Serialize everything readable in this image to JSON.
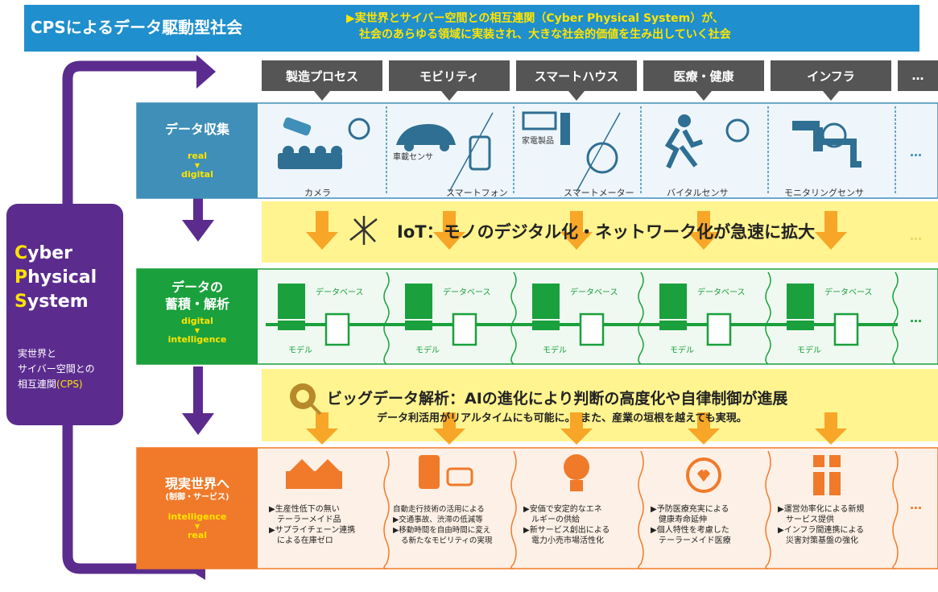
{
  "banner": {
    "title": "CPSによるデータ駆動型社会",
    "subtitle_line1": "▶実世界とサイバー空間との相互連関（Cyber Physical System）が、",
    "subtitle_line2": "社会のあらゆる領域に実装され、大きな社会的価値を生み出していく社会"
  },
  "sectors": [
    "製造プロセス",
    "モビリティ",
    "スマートハウス",
    "医療・健康",
    "インフラ",
    "…"
  ],
  "cps_panel": {
    "word1_initial": "C",
    "word1_rest": "yber",
    "word2_initial": "P",
    "word2_rest": "hysical",
    "word3_initial": "S",
    "word3_rest": "ystem",
    "desc_line1": "実世界と",
    "desc_line2": "サイバー空間との",
    "desc_line3": "相互連関",
    "desc_cps": "(CPS)"
  },
  "layers": {
    "collect": {
      "title": "データ収集",
      "from": "real",
      "to": "digital"
    },
    "store": {
      "title_line1": "データの",
      "title_line2": "蓄積・解析",
      "from": "digital",
      "to": "intelligence"
    },
    "real": {
      "title": "現実世界へ",
      "sub": "(制御・サービス)",
      "from": "intelligence",
      "to": "real"
    }
  },
  "collect_cells": [
    {
      "labels": [
        "カメラ"
      ]
    },
    {
      "labels": [
        "車載センサ",
        "スマートフォン"
      ]
    },
    {
      "labels": [
        "家電製品",
        "スマートメーター"
      ]
    },
    {
      "labels": [
        "バイタルセンサ"
      ]
    },
    {
      "labels": [
        "モニタリングセンサ"
      ]
    }
  ],
  "iot_band": {
    "text": "IoT：モノのデジタル化・ネットワーク化が急速に拡大"
  },
  "db_cells": [
    {
      "db_label": "データベース",
      "model_label": "モデル"
    },
    {
      "db_label": "データベース",
      "model_label": "モデル"
    },
    {
      "db_label": "データベース",
      "model_label": "モデル"
    },
    {
      "db_label": "データベース",
      "model_label": "モデル"
    },
    {
      "db_label": "データベース",
      "model_label": "モデル"
    }
  ],
  "bigdata_band": {
    "text": "ビッグデータ解析：AIの進化により判断の高度化や自律制御が進展",
    "sub": "データ利活用がリアルタイムにも可能に。　また、産業の垣根を越えても実現。"
  },
  "real_cells": [
    {
      "b1": "▶生産性低下の無い",
      "b2": "テーラーメイド品",
      "b3": "▶サプライチェーン連携",
      "b4": "による在庫ゼロ"
    },
    {
      "b1": "自動走行技術の活用による",
      "b2": "▶交通事故、渋滞の低減等",
      "b3": "▶移動時間を自由時間に変え",
      "b4": "る新たなモビリティの実現"
    },
    {
      "b1": "▶安価で安定的なエネ",
      "b2": "ルギーの供給",
      "b3": "▶新サービス創出による",
      "b4": "電力小売市場活性化"
    },
    {
      "b1": "▶予防医療充実による",
      "b2": "健康寿命延伸",
      "b3": "▶個人特性を考慮した",
      "b4": "テーラーメイド医療"
    },
    {
      "b1": "▶運営効率化による新規",
      "b2": "サービス提供",
      "b3": "▶インフラ間連携による",
      "b4": "災害対策基盤の強化"
    }
  ],
  "more": "…",
  "colors": {
    "banner": "#1f8fcd",
    "accent_yellow": "#ffe400",
    "purple": "#5b2c8e",
    "collect_blue": "#3f8fb8",
    "store_green": "#1aa03c",
    "real_orange": "#f07a2a",
    "band_yellow": "#fff48f"
  }
}
